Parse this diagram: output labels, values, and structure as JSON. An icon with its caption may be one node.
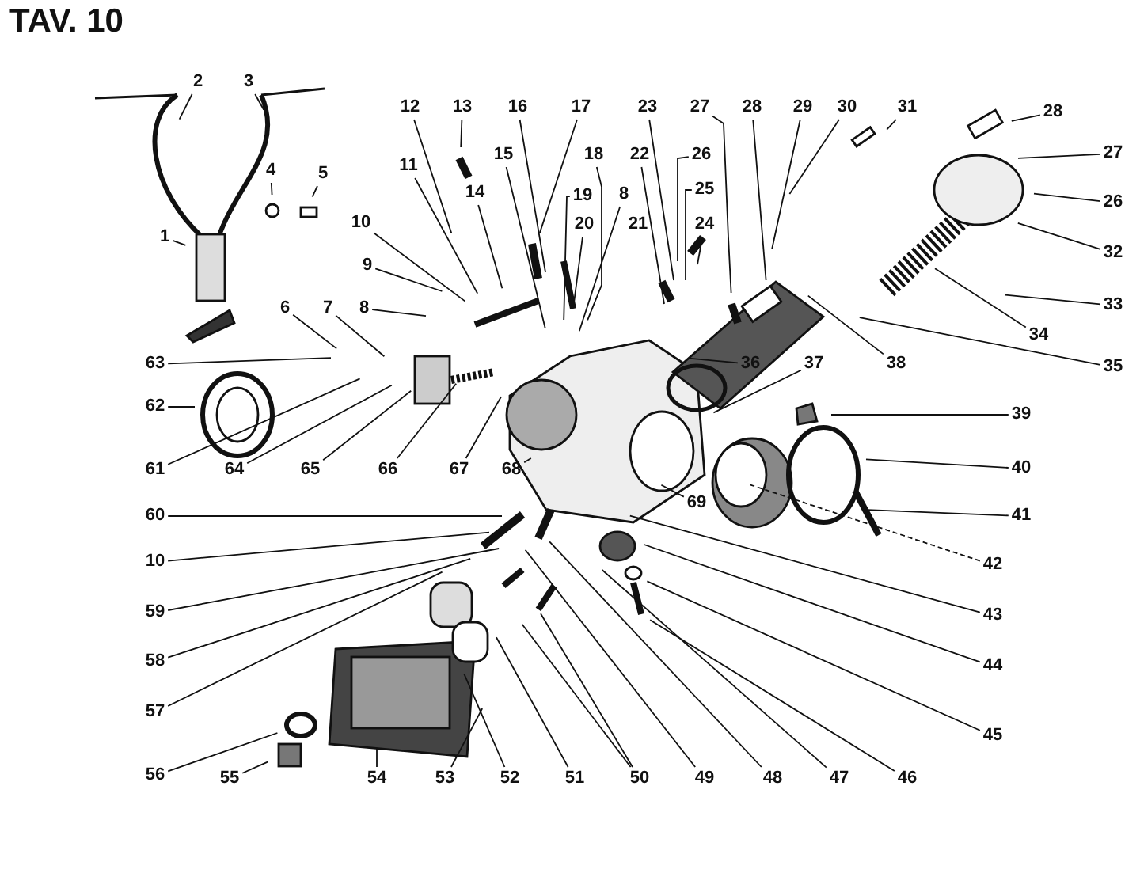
{
  "diagram": {
    "title": "TAV. 10",
    "nodes": [
      {
        "text": [
          "2"
        ]
      },
      {
        "text": [
          "3"
        ]
      },
      {
        "text": [
          "1"
        ]
      },
      {
        "text": [
          "4"
        ]
      },
      {
        "text": [
          "5"
        ]
      },
      {
        "text": [
          "12"
        ]
      },
      {
        "text": [
          "13"
        ]
      },
      {
        "text": [
          "16"
        ]
      },
      {
        "text": [
          "17"
        ]
      },
      {
        "text": [
          "23"
        ]
      },
      {
        "text": [
          "27"
        ]
      },
      {
        "text": [
          "28"
        ]
      },
      {
        "text": [
          "29"
        ]
      },
      {
        "text": [
          "30"
        ]
      },
      {
        "text": [
          "31"
        ]
      },
      {
        "text": [
          "28"
        ]
      },
      {
        "text": [
          "27"
        ]
      },
      {
        "text": [
          "26"
        ]
      },
      {
        "text": [
          "32"
        ]
      },
      {
        "text": [
          "33"
        ]
      },
      {
        "text": [
          "34"
        ]
      },
      {
        "text": [
          "35"
        ]
      },
      {
        "text": [
          "38"
        ]
      },
      {
        "text": [
          "36"
        ]
      },
      {
        "text": [
          "37"
        ]
      },
      {
        "text": [
          "11"
        ]
      },
      {
        "text": [
          "15"
        ]
      },
      {
        "text": [
          "18"
        ]
      },
      {
        "text": [
          "22"
        ]
      },
      {
        "text": [
          "26"
        ]
      },
      {
        "text": [
          "14"
        ]
      },
      {
        "text": [
          "19"
        ]
      },
      {
        "text": [
          "8"
        ]
      },
      {
        "text": [
          "25"
        ]
      },
      {
        "text": [
          "10"
        ]
      },
      {
        "text": [
          "20"
        ]
      },
      {
        "text": [
          "21"
        ]
      },
      {
        "text": [
          "24"
        ]
      },
      {
        "text": [
          "9"
        ]
      },
      {
        "text": [
          "6"
        ]
      },
      {
        "text": [
          "7"
        ]
      },
      {
        "text": [
          "8"
        ]
      },
      {
        "text": [
          "63"
        ]
      },
      {
        "text": [
          "62"
        ]
      },
      {
        "text": [
          "61"
        ]
      },
      {
        "text": [
          "64"
        ]
      },
      {
        "text": [
          "65"
        ]
      },
      {
        "text": [
          "66"
        ]
      },
      {
        "text": [
          "67"
        ]
      },
      {
        "text": [
          "68"
        ]
      },
      {
        "text": [
          "60"
        ]
      },
      {
        "text": [
          "69"
        ]
      },
      {
        "text": [
          "10"
        ]
      },
      {
        "text": [
          "59"
        ]
      },
      {
        "text": [
          "58"
        ]
      },
      {
        "text": [
          "57"
        ]
      },
      {
        "text": [
          "56"
        ]
      },
      {
        "text": [
          "55"
        ]
      },
      {
        "text": [
          "54"
        ]
      },
      {
        "text": [
          "53"
        ]
      },
      {
        "text": [
          "52"
        ]
      },
      {
        "text": [
          "51"
        ]
      },
      {
        "text": [
          "50"
        ]
      },
      {
        "text": [
          "49"
        ]
      },
      {
        "text": [
          "48"
        ]
      },
      {
        "text": [
          "47"
        ]
      },
      {
        "text": [
          "46"
        ]
      },
      {
        "text": [
          "45"
        ]
      },
      {
        "text": [
          "44"
        ]
      },
      {
        "text": [
          "43"
        ]
      },
      {
        "text": [
          "42"
        ]
      },
      {
        "text": [
          "41"
        ]
      },
      {
        "text": [
          "40"
        ]
      },
      {
        "text": [
          "39"
        ]
      }
    ],
    "edges": [
      {
        "from": 0,
        "to": null,
        "arrow": "none"
      },
      {
        "from": 1,
        "to": null,
        "arrow": "none"
      },
      {
        "from": 2,
        "to": null,
        "arrow": "none"
      },
      {
        "from": 3,
        "to": null,
        "arrow": "none"
      },
      {
        "from": 4,
        "to": null,
        "arrow": "none"
      },
      {
        "from": 5,
        "to": null,
        "arrow": "none"
      },
      {
        "from": 6,
        "to": null,
        "arrow": "none"
      },
      {
        "from": 7,
        "to": null,
        "arrow": "none"
      },
      {
        "from": 8,
        "to": null,
        "arrow": "none"
      },
      {
        "from": 9,
        "to": null,
        "arrow": "none"
      },
      {
        "from": 10,
        "to": null,
        "arrow": "none"
      },
      {
        "from": 11,
        "to": null,
        "arrow": "none"
      },
      {
        "from": 12,
        "to": null,
        "arrow": "none"
      },
      {
        "from": 13,
        "to": null,
        "arrow": "none"
      },
      {
        "from": 14,
        "to": null,
        "arrow": "none"
      },
      {
        "from": 15,
        "to": null,
        "arrow": "none"
      },
      {
        "from": 16,
        "to": null,
        "arrow": "none"
      },
      {
        "from": 17,
        "to": null,
        "arrow": "none"
      },
      {
        "from": 18,
        "to": null,
        "arrow": "none"
      },
      {
        "from": 19,
        "to": null,
        "arrow": "none"
      },
      {
        "from": 20,
        "to": null,
        "arrow": "none"
      },
      {
        "from": 21,
        "to": null,
        "arrow": "none"
      },
      {
        "from": 22,
        "to": null,
        "arrow": "none"
      },
      {
        "from": 23,
        "to": null,
        "arrow": "none"
      },
      {
        "from": 24,
        "to": null,
        "arrow": "none"
      },
      {
        "from": 25,
        "to": null,
        "arrow": "none"
      },
      {
        "from": 26,
        "to": null,
        "arrow": "none"
      },
      {
        "from": 27,
        "to": null,
        "arrow": "none"
      },
      {
        "from": 28,
        "to": null,
        "arrow": "none"
      },
      {
        "from": 29,
        "to": null,
        "arrow": "none"
      },
      {
        "from": 30,
        "to": null,
        "arrow": "none"
      },
      {
        "from": 31,
        "to": null,
        "arrow": "none"
      },
      {
        "from": 32,
        "to": null,
        "arrow": "none"
      },
      {
        "from": 33,
        "to": null,
        "arrow": "none"
      },
      {
        "from": 34,
        "to": null,
        "arrow": "none"
      },
      {
        "from": 35,
        "to": null,
        "arrow": "none"
      },
      {
        "from": 37,
        "to": null,
        "arrow": "none"
      },
      {
        "from": 38,
        "to": null,
        "arrow": "none"
      },
      {
        "from": 39,
        "to": null,
        "arrow": "none"
      },
      {
        "from": 40,
        "to": null,
        "arrow": "none"
      },
      {
        "from": 41,
        "to": null,
        "arrow": "none"
      },
      {
        "from": 42,
        "to": null,
        "arrow": "none"
      },
      {
        "from": 43,
        "to": null,
        "arrow": "none"
      },
      {
        "from": 44,
        "to": null,
        "arrow": "none"
      },
      {
        "from": 45,
        "to": null,
        "arrow": "none"
      },
      {
        "from": 46,
        "to": null,
        "arrow": "none"
      },
      {
        "from": 47,
        "to": null,
        "arrow": "none"
      },
      {
        "from": 48,
        "to": null,
        "arrow": "none"
      },
      {
        "from": 49,
        "to": null,
        "arrow": "none"
      },
      {
        "from": 50,
        "to": null,
        "arrow": "none"
      },
      {
        "from": 51,
        "to": null,
        "arrow": "none"
      },
      {
        "from": 52,
        "to": null,
        "arrow": "none"
      },
      {
        "from": 53,
        "to": null,
        "arrow": "none"
      },
      {
        "from": 54,
        "to": null,
        "arrow": "none"
      },
      {
        "from": 55,
        "to": null,
        "arrow": "none"
      },
      {
        "from": 56,
        "to": null,
        "arrow": "none"
      },
      {
        "from": 57,
        "to": null,
        "arrow": "none"
      },
      {
        "from": 58,
        "to": null,
        "arrow": "none"
      },
      {
        "from": 59,
        "to": null,
        "arrow": "none"
      },
      {
        "from": 60,
        "to": null,
        "arrow": "none"
      },
      {
        "from": 61,
        "to": null,
        "arrow": "none"
      },
      {
        "from": 62,
        "to": null,
        "arrow": "none"
      },
      {
        "from": 62,
        "to": null,
        "arrow": "none"
      },
      {
        "from": 63,
        "to": null,
        "arrow": "none"
      },
      {
        "from": 64,
        "to": null,
        "arrow": "none"
      },
      {
        "from": 65,
        "to": null,
        "arrow": "none"
      },
      {
        "from": 66,
        "to": null,
        "arrow": "none"
      },
      {
        "from": 67,
        "to": null,
        "arrow": "none"
      },
      {
        "from": 68,
        "to": null,
        "arrow": "none"
      },
      {
        "from": 69,
        "to": null,
        "arrow": "none"
      },
      {
        "from": 70,
        "to": null,
        "arrow": "none",
        "style": "dashed"
      },
      {
        "from": 71,
        "to": null,
        "arrow": "none"
      },
      {
        "from": 72,
        "to": null,
        "arrow": "none"
      },
      {
        "from": 73,
        "to": null,
        "arrow": "none"
      }
    ]
  }
}
